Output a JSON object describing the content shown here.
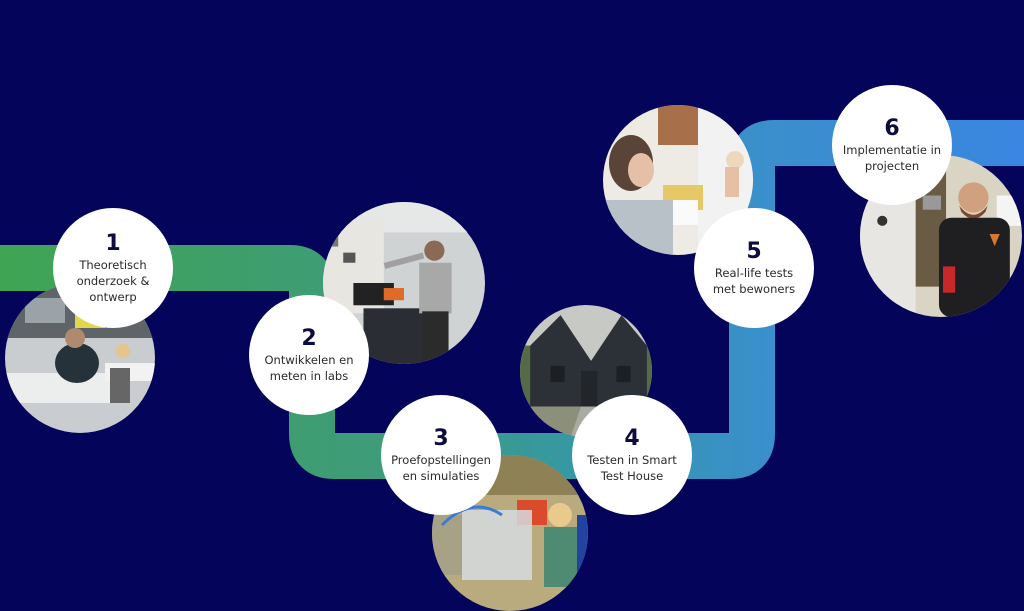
{
  "diagram": {
    "title": "",
    "colors": {
      "background": "#04045a",
      "path_green": "#3fa553",
      "path_seagreen": "#3e9b7c",
      "path_teal": "#3597a8",
      "path_lightblue": "#3c8fd0",
      "path_blue": "#3a86e0",
      "label_bg": "#ffffff",
      "number_color": "#0c0c3e"
    },
    "steps": [
      {
        "number": "1",
        "label": "Theoretisch\nonderzoek &\nontwerp",
        "photo": "office-workers-photo"
      },
      {
        "number": "2",
        "label": "Ontwikkelen en\nmeten in labs",
        "photo": "lab-engineer-photo"
      },
      {
        "number": "3",
        "label": "Proefopstellingen\nen simulaties",
        "photo": "test-setup-photo"
      },
      {
        "number": "4",
        "label": "Testen in Smart\nTest House",
        "photo": "smart-test-house-photo"
      },
      {
        "number": "5",
        "label": "Real-life tests\nmet bewoners",
        "photo": "resident-thermostat-photo"
      },
      {
        "number": "6",
        "label": "Implementatie in\nprojecten",
        "photo": "installer-with-drill-photo"
      }
    ]
  }
}
